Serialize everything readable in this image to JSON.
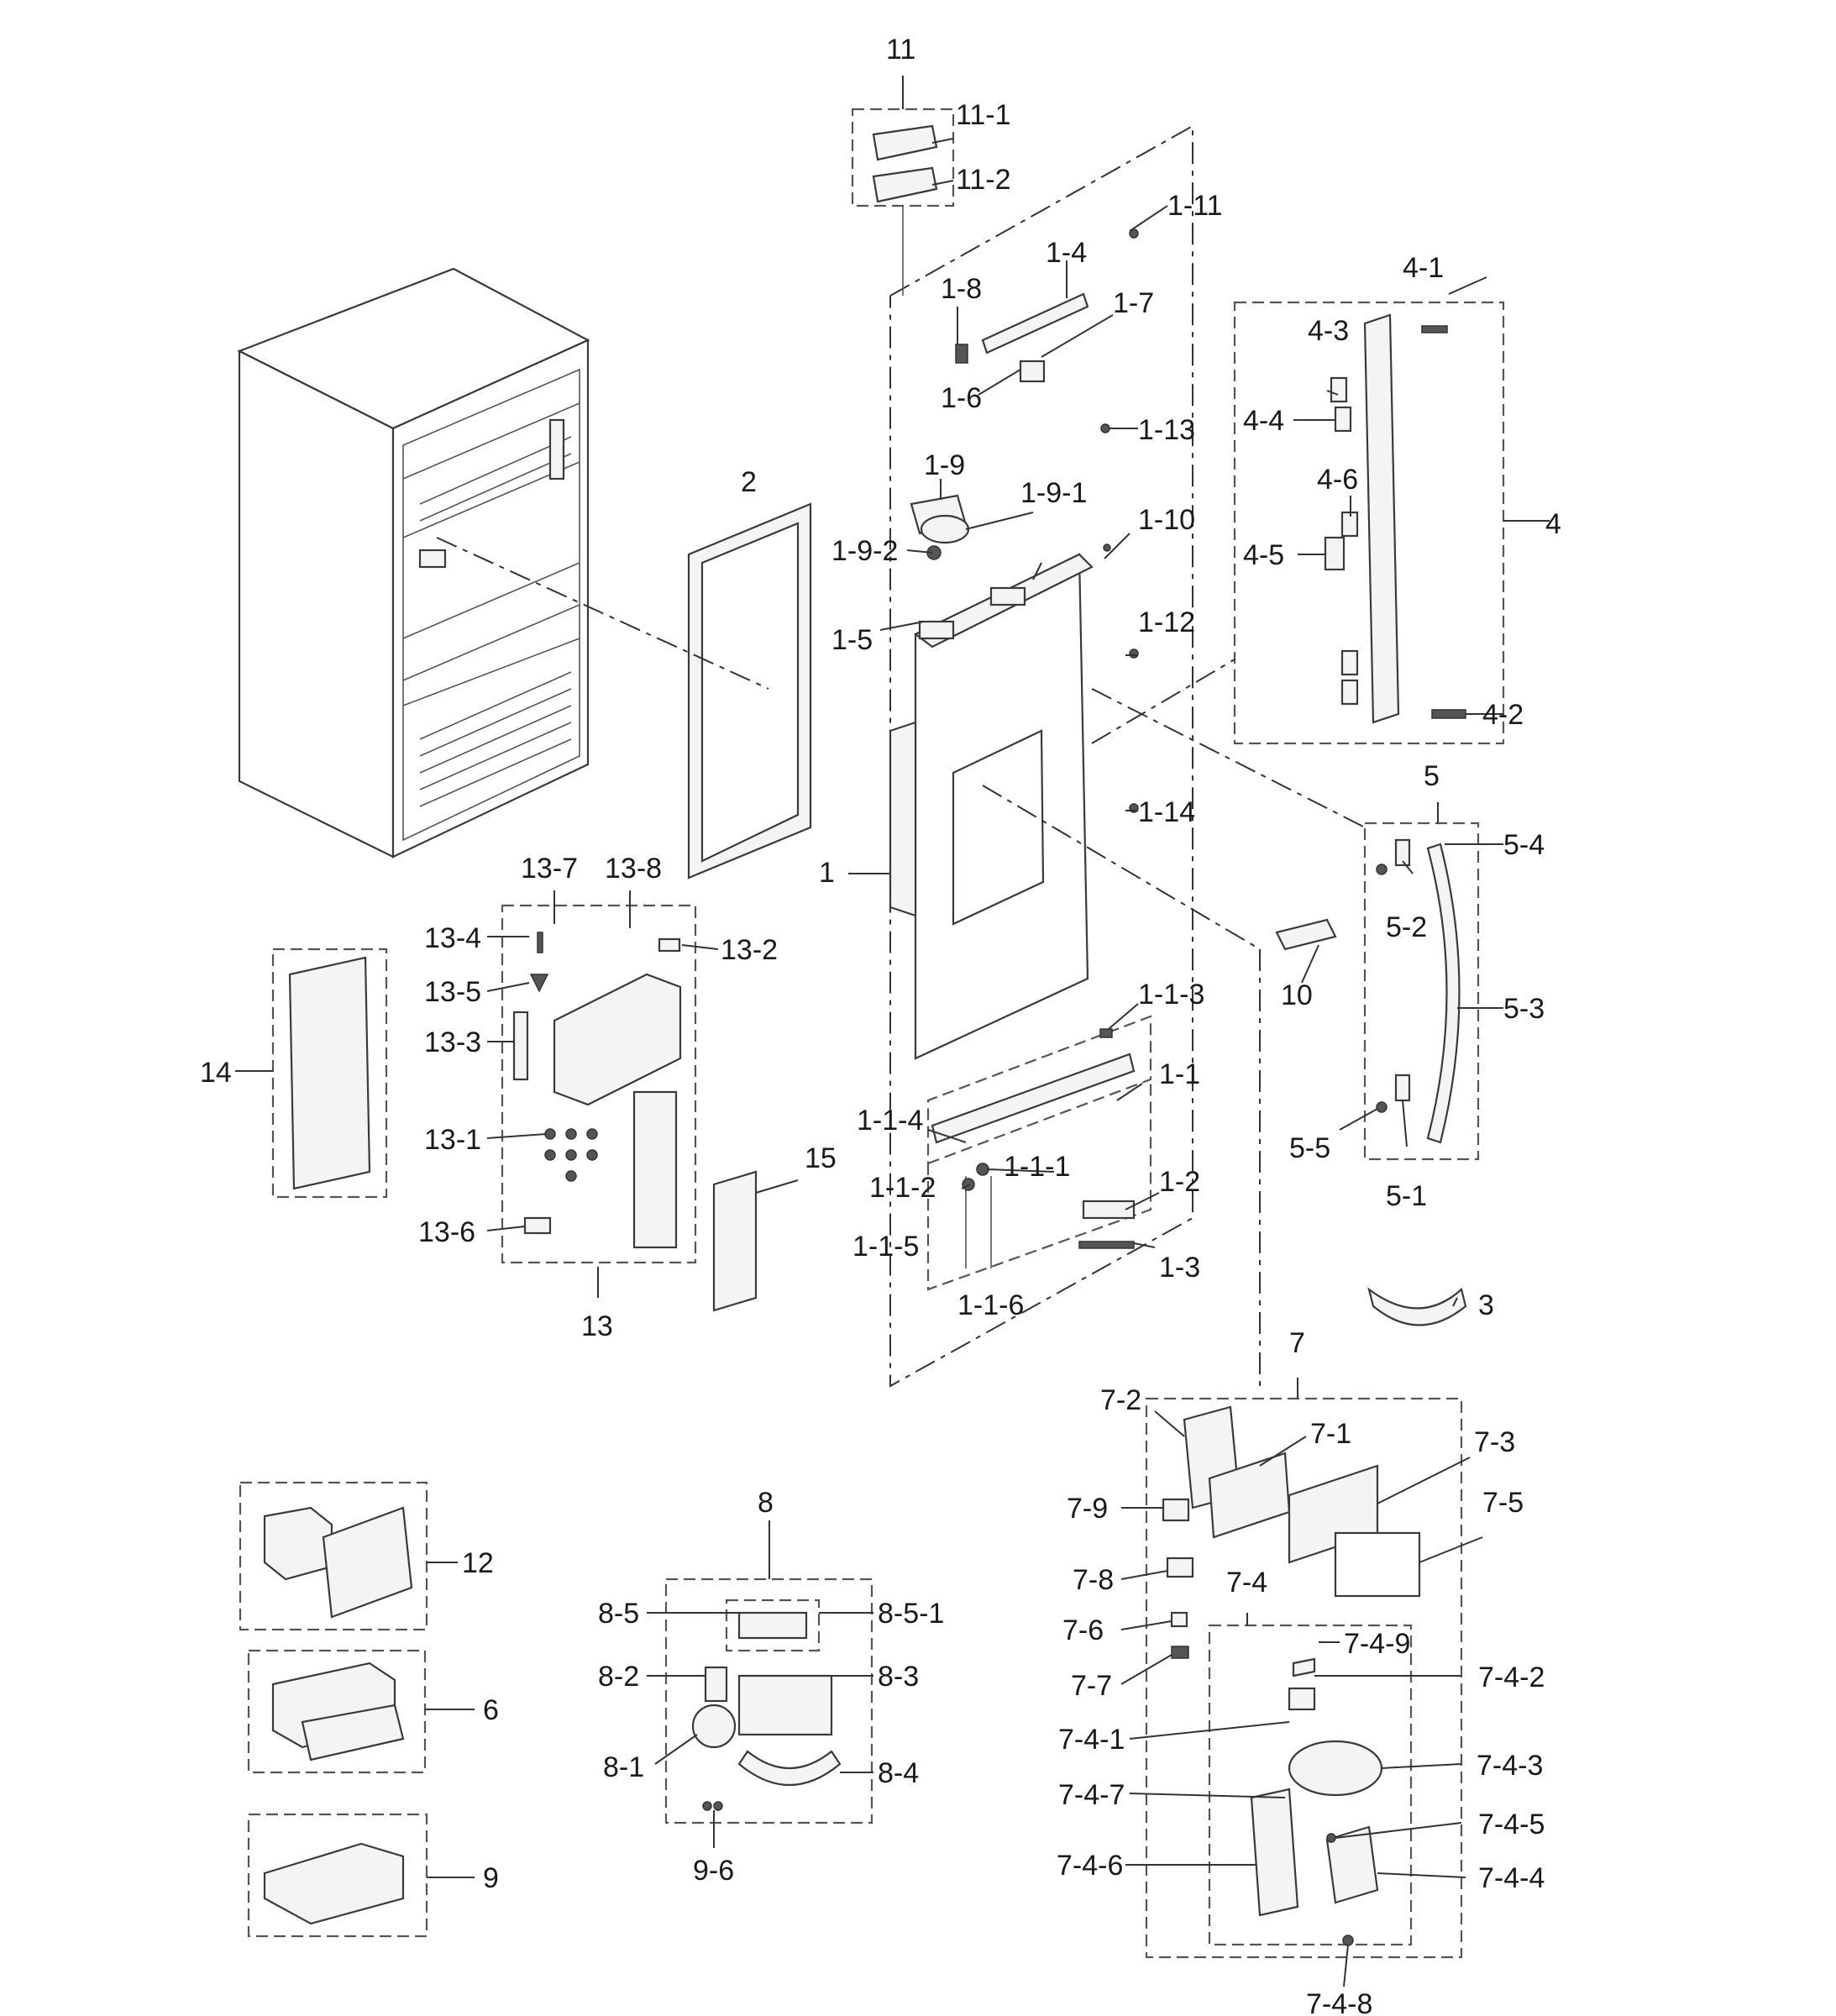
{
  "labels": {
    "l11": "11",
    "l11_1": "11-1",
    "l11_2": "11-2",
    "l1_11": "1-11",
    "l1_4": "1-4",
    "l1_8": "1-8",
    "l1_7": "1-7",
    "l1_6": "1-6",
    "l1_13": "1-13",
    "l1_9": "1-9",
    "l1_9_1": "1-9-1",
    "l1_9_2": "1-9-2",
    "l1_10": "1-10",
    "l1_5": "1-5",
    "l1_12": "1-12",
    "l1_14": "1-14",
    "l1": "1",
    "l1_1_3": "1-1-3",
    "l1_1": "1-1",
    "l1_1_4": "1-1-4",
    "l1_1_1": "1-1-1",
    "l1_1_2": "1-1-2",
    "l1_2": "1-2",
    "l1_1_5": "1-1-5",
    "l1_1_6": "1-1-6",
    "l1_3": "1-3",
    "l2": "2",
    "l4_1": "4-1",
    "l4_3": "4-3",
    "l4_4": "4-4",
    "l4_6": "4-6",
    "l4": "4",
    "l4_5": "4-5",
    "l4_2": "4-2",
    "l5": "5",
    "l5_4": "5-4",
    "l5_2": "5-2",
    "l5_3": "5-3",
    "l5_5": "5-5",
    "l5_1": "5-1",
    "l10": "10",
    "l3": "3",
    "l13_7": "13-7",
    "l13_8": "13-8",
    "l13_4": "13-4",
    "l13_2": "13-2",
    "l13_5": "13-5",
    "l13_3": "13-3",
    "l13_1": "13-1",
    "l13_6": "13-6",
    "l13": "13",
    "l14": "14",
    "l15": "15",
    "l7": "7",
    "l7_2": "7-2",
    "l7_1": "7-1",
    "l7_3": "7-3",
    "l7_9": "7-9",
    "l7_5": "7-5",
    "l7_8": "7-8",
    "l7_4": "7-4",
    "l7_6": "7-6",
    "l7_4_9": "7-4-9",
    "l7_4_2": "7-4-2",
    "l7_7": "7-7",
    "l7_4_1": "7-4-1",
    "l7_4_3": "7-4-3",
    "l7_4_7": "7-4-7",
    "l7_4_5": "7-4-5",
    "l7_4_6": "7-4-6",
    "l7_4_4": "7-4-4",
    "l7_4_8": "7-4-8",
    "l8": "8",
    "l8_5": "8-5",
    "l8_5_1": "8-5-1",
    "l8_2": "8-2",
    "l8_3": "8-3",
    "l8_1": "8-1",
    "l8_4": "8-4",
    "l9_6": "9-6",
    "l12": "12",
    "l6": "6",
    "l9": "9"
  }
}
